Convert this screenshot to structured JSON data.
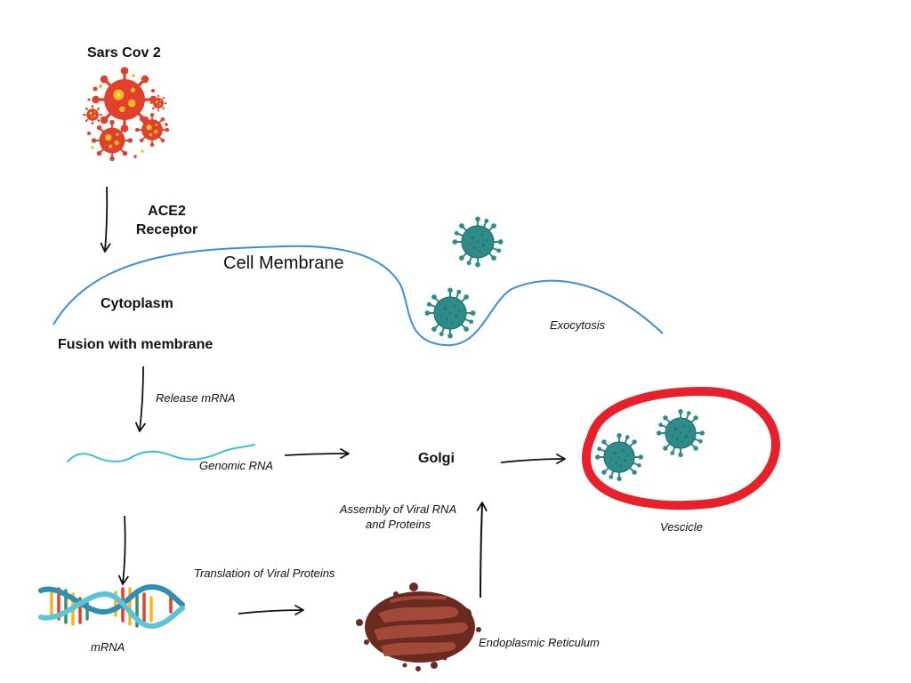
{
  "labels": {
    "sars_cov_2": "Sars Cov 2",
    "ace2_line1": "ACE2",
    "ace2_line2": "Receptor",
    "cell_membrane": "Cell Membrane",
    "cytoplasm": "Cytoplasm",
    "fusion": "Fusion with membrane",
    "release_mrna": "Release mRNA",
    "genomic_rna": "Genomic RNA",
    "golgi": "Golgi",
    "exocytosis": "Exocytosis",
    "vescicle": "Vescicle",
    "assembly_line1": "Assembly of Viral RNA",
    "assembly_line2": "and Proteins",
    "translation": "Translation of Viral Proteins",
    "mrna": "mRNA",
    "er": "Endoplasmic Reticulum"
  },
  "colors": {
    "membrane": "#3a8fdc",
    "vesicle": "#e8202a",
    "virus_teal": "#2f8b8a",
    "virus_red": "#e0412e",
    "rna": "#35c3d6",
    "er": "#6a2a20",
    "arrow": "#111111"
  },
  "icons": {
    "sars": "coronavirus-cluster-icon",
    "virion": "teal-virus-icon",
    "dna": "dna-helix-icon",
    "er": "endoplasmic-reticulum-icon"
  }
}
